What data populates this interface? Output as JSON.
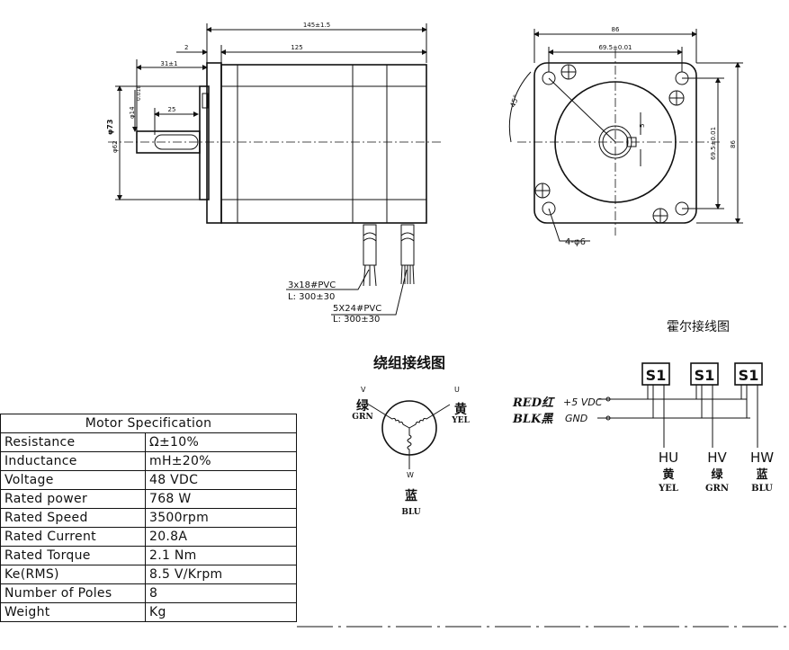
{
  "top_view": {
    "dims": {
      "overall": "145±1.5",
      "flange": "2",
      "body": "125",
      "shaft": "31±1",
      "key": "25",
      "d_body": "φ62",
      "d_shaft": "φ14",
      "d_pilot": "φ73",
      "d_tol": "0.018"
    },
    "cable1": {
      "spec": "3x18#PVC",
      "len": "L: 300±30"
    },
    "cable2": {
      "spec": "5X24#PVC",
      "len": "L: 300±30"
    }
  },
  "front_view": {
    "dims": {
      "width": "86",
      "pitch_h": "69.5±0.01",
      "pitch_v": "69.5±0.01",
      "height": "86",
      "angle": "45°",
      "keyway": "5",
      "holes": "4-φ6"
    }
  },
  "winding": {
    "title": "绕组接线图",
    "v": {
      "tag": "V",
      "cn": "绿",
      "en": "GRN"
    },
    "u": {
      "tag": "U",
      "cn": "黄",
      "en": "YEL"
    },
    "w": {
      "tag": "W",
      "cn": "蓝",
      "en": "BLU"
    }
  },
  "hall": {
    "title": "霍尔接线图",
    "chip": "S1",
    "red": {
      "label": "RED红",
      "value": "+5 VDC"
    },
    "blk": {
      "label": "BLK黑",
      "value": "GND"
    },
    "outputs": [
      {
        "tag": "HU",
        "cn": "黄",
        "en": "YEL"
      },
      {
        "tag": "HV",
        "cn": "绿",
        "en": "GRN"
      },
      {
        "tag": "HW",
        "cn": "蓝",
        "en": "BLU"
      }
    ]
  },
  "spec": {
    "title": "Motor Specification",
    "rows": [
      {
        "k": "Resistance",
        "v": "Ω±10%"
      },
      {
        "k": "Inductance",
        "v": "mH±20%"
      },
      {
        "k": "Voltage",
        "v": "48 VDC"
      },
      {
        "k": "Rated power",
        "v": "768 W"
      },
      {
        "k": "Rated Speed",
        "v": "3500rpm"
      },
      {
        "k": "Rated Current",
        "v": "20.8A"
      },
      {
        "k": "Rated Torque",
        "v": "2.1 Nm"
      },
      {
        "k": "Ke(RMS)",
        "v": "8.5 V/Krpm"
      },
      {
        "k": "Number of Poles",
        "v": "8"
      },
      {
        "k": "Weight",
        "v": "Kg"
      }
    ]
  }
}
